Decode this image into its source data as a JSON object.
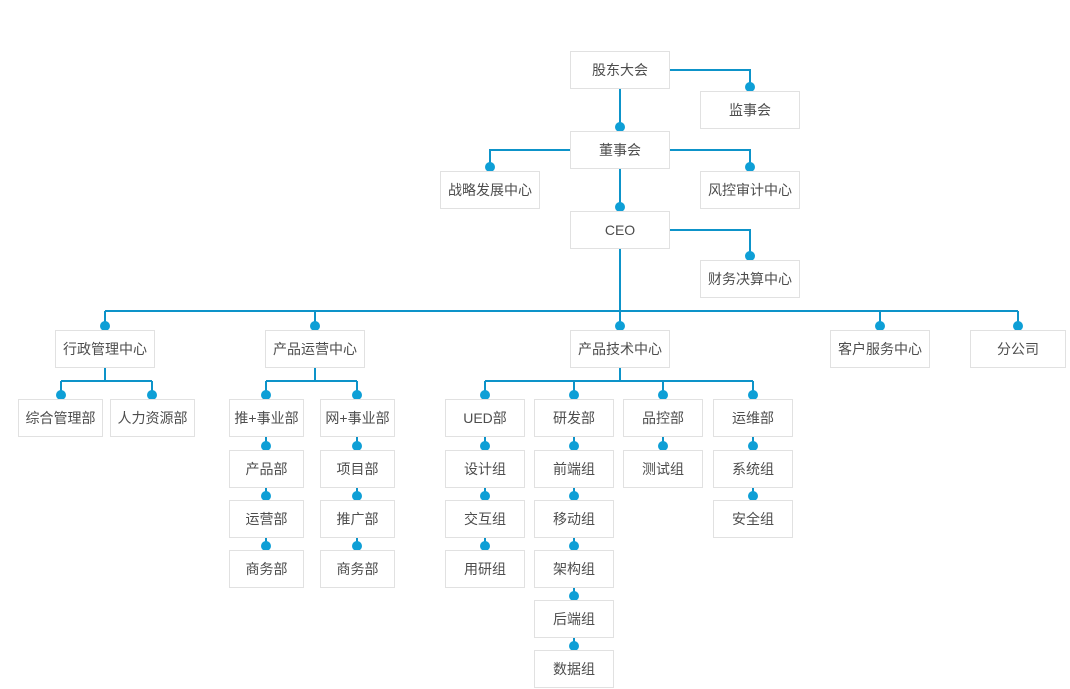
{
  "org": {
    "nodes": {
      "shareholders_meeting": "股东大会",
      "supervisory_board": "监事会",
      "board_of_directors": "董事会",
      "strategy_development_center": "战略发展中心",
      "risk_audit_center": "风控审计中心",
      "ceo": "CEO",
      "financial_settlement_center": "财务决算中心",
      "admin_management_center": "行政管理中心",
      "product_operations_center": "产品运营中心",
      "product_technology_center": "产品技术中心",
      "customer_service_center": "客户服务中心",
      "branch_company": "分公司",
      "general_management_dept": "综合管理部",
      "human_resources_dept": "人力资源部",
      "tui_business_division": "推+事业部",
      "wang_business_division": "网+事业部",
      "product_dept": "产品部",
      "project_dept": "项目部",
      "operations_dept": "运营部",
      "promotion_dept": "推广部",
      "business_dept_1": "商务部",
      "business_dept_2": "商务部",
      "ued_dept": "UED部",
      "rnd_dept": "研发部",
      "quality_control_dept": "品控部",
      "ops_maintenance_dept": "运维部",
      "design_team": "设计组",
      "frontend_team": "前端组",
      "testing_team": "测试组",
      "system_team": "系统组",
      "interaction_team": "交互组",
      "mobile_team": "移动组",
      "security_team": "安全组",
      "user_research_team": "用研组",
      "architecture_team": "架构组",
      "backend_team": "后端组",
      "data_team": "数据组"
    },
    "hierarchy": {
      "label": "股东大会",
      "children": [
        {
          "label": "监事会"
        },
        {
          "label": "董事会",
          "children": [
            {
              "label": "战略发展中心"
            },
            {
              "label": "风控审计中心"
            },
            {
              "label": "CEO",
              "children": [
                {
                  "label": "财务决算中心"
                },
                {
                  "label": "行政管理中心",
                  "children": [
                    {
                      "label": "综合管理部"
                    },
                    {
                      "label": "人力资源部"
                    }
                  ]
                },
                {
                  "label": "产品运营中心",
                  "children": [
                    {
                      "label": "推+事业部",
                      "children": [
                        {
                          "label": "产品部"
                        },
                        {
                          "label": "运营部"
                        },
                        {
                          "label": "商务部"
                        }
                      ]
                    },
                    {
                      "label": "网+事业部",
                      "children": [
                        {
                          "label": "项目部"
                        },
                        {
                          "label": "推广部"
                        },
                        {
                          "label": "商务部"
                        }
                      ]
                    }
                  ]
                },
                {
                  "label": "产品技术中心",
                  "children": [
                    {
                      "label": "UED部",
                      "children": [
                        {
                          "label": "设计组"
                        },
                        {
                          "label": "交互组"
                        },
                        {
                          "label": "用研组"
                        }
                      ]
                    },
                    {
                      "label": "研发部",
                      "children": [
                        {
                          "label": "前端组"
                        },
                        {
                          "label": "移动组"
                        },
                        {
                          "label": "架构组"
                        },
                        {
                          "label": "后端组"
                        },
                        {
                          "label": "数据组"
                        }
                      ]
                    },
                    {
                      "label": "品控部",
                      "children": [
                        {
                          "label": "测试组"
                        }
                      ]
                    },
                    {
                      "label": "运维部",
                      "children": [
                        {
                          "label": "系统组"
                        },
                        {
                          "label": "安全组"
                        }
                      ]
                    }
                  ]
                },
                {
                  "label": "客户服务中心"
                },
                {
                  "label": "分公司"
                }
              ]
            }
          ]
        }
      ]
    },
    "colors": {
      "line": "#0d93c9",
      "dot": "#0e9fd6",
      "box_border": "#e1e1e1",
      "box_bg": "#ffffff",
      "text": "#4d4d4d"
    }
  }
}
